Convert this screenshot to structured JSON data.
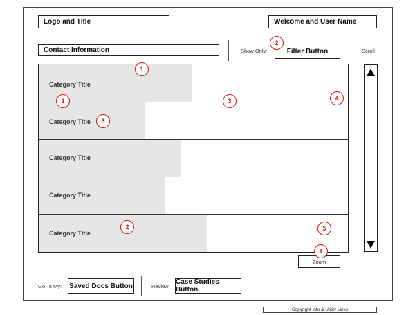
{
  "header": {
    "logo_title": "Logo and Title",
    "welcome": "Welcome and User Name"
  },
  "toolbar": {
    "contact_info": "Contact Information",
    "show_only_label": "Show Only:",
    "filter_button": "Filter Button",
    "scroll_label": "Scroll"
  },
  "list": {
    "rows": [
      {
        "title": "Category Title"
      },
      {
        "title": "Category Title"
      },
      {
        "title": "Category Title"
      },
      {
        "title": "Category Title"
      },
      {
        "title": "Category Title"
      }
    ]
  },
  "zoom": {
    "label": "Zoom"
  },
  "footer": {
    "go_to_label": "Go To My:",
    "saved_docs_button": "Saved Docs Button",
    "review_label": "Review:",
    "case_studies_button": "Case Studies Button",
    "copyright": "Copyright Info & Utility Links"
  },
  "annotations": {
    "b_filter": "2",
    "b_row1_top": "1",
    "b_row1_left": "1",
    "b_row1_mid": "3",
    "b_row1_right": "4",
    "b_row2_title": "3",
    "b_row5_mid": "2",
    "b_row5_right": "5",
    "b_zoom": "4"
  },
  "colors": {
    "annotation": "#dd1111",
    "category_fill": "#e6e6e6",
    "border": "#222222"
  }
}
